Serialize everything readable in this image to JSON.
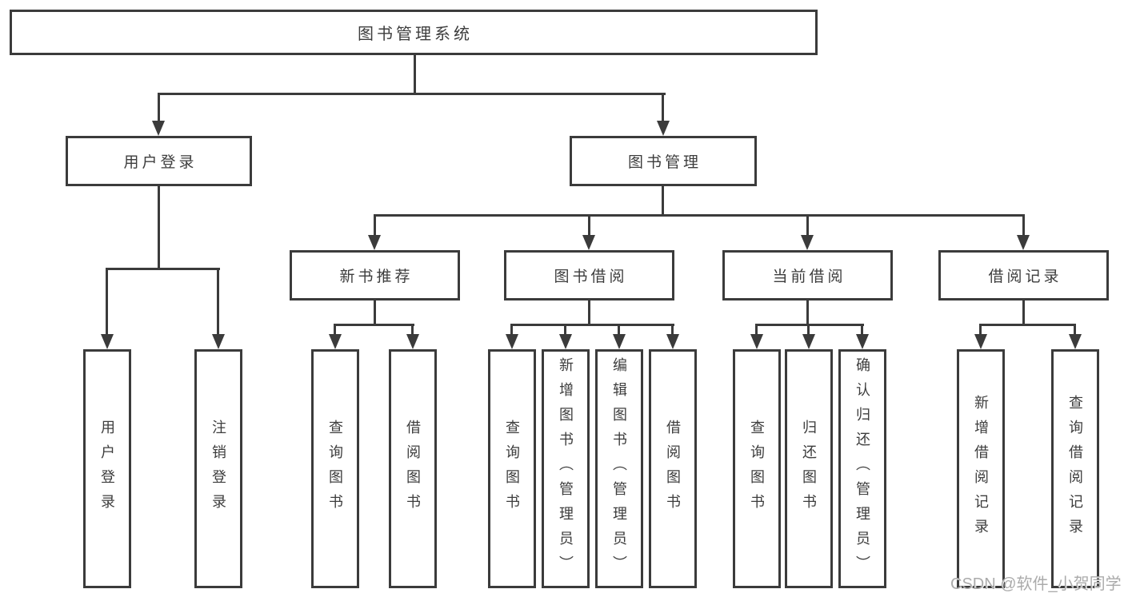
{
  "colors": {
    "line": "#3b3b3b",
    "text": "#3d3d3d",
    "background": "#ffffff",
    "watermark": "#ababab"
  },
  "tree": {
    "root": "图书管理系统",
    "level2": [
      "用户登录",
      "图书管理"
    ],
    "level3": [
      "新书推荐",
      "图书借阅",
      "当前借阅",
      "借阅记录"
    ],
    "leaves": {
      "user_login": [
        "用户登录",
        "注销登录"
      ],
      "new_books": [
        "查询图书",
        "借阅图书"
      ],
      "book_borrow": [
        "查询图书",
        "新增图书（管理员）",
        "编辑图书（管理员）",
        "借阅图书"
      ],
      "current_borrow": [
        "查询图书",
        "归还图书",
        "确认归还（管理员）"
      ],
      "borrow_records": [
        "新增借阅记录",
        "查询借阅记录"
      ]
    }
  },
  "watermark": "CSDN @软件_小贺同学"
}
